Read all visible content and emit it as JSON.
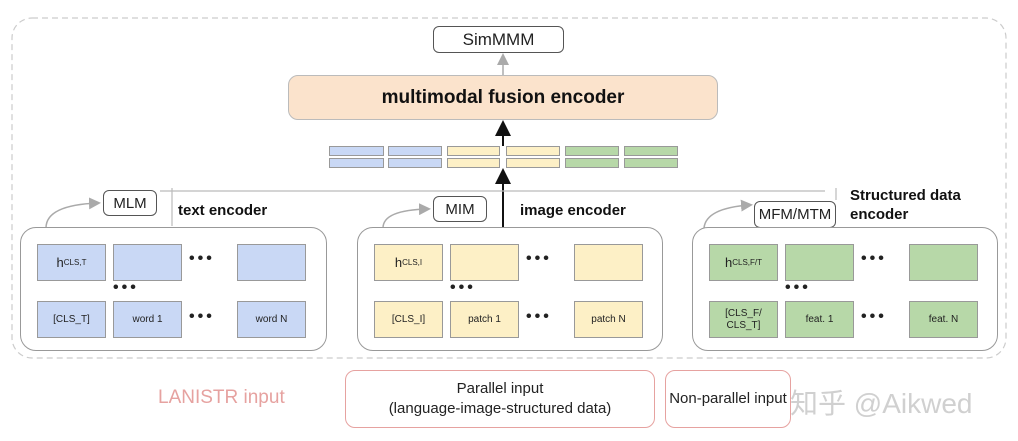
{
  "top": {
    "objective": "SimMMM",
    "fusion": "multimodal fusion encoder"
  },
  "colors": {
    "text": "#c9d8f5",
    "image": "#fdf0c6",
    "structured": "#b7d8a8",
    "fusion": "#fbe3cc",
    "input_border": "#e6a2a0"
  },
  "dots": "•••",
  "encoders": [
    {
      "title": "text encoder",
      "objective": "MLM",
      "h_base": "h",
      "h_sub": "CLS,T",
      "inputs": [
        "[CLS_T]",
        "word 1",
        "word N"
      ]
    },
    {
      "title": "image encoder",
      "objective": "MIM",
      "h_base": "h",
      "h_sub": "CLS,I",
      "inputs": [
        "[CLS_I]",
        "patch 1",
        "patch N"
      ]
    },
    {
      "title": "Structured data encoder",
      "objective": "MFM/MTM",
      "h_base": "h",
      "h_sub": "CLS,F/T",
      "inputs": [
        "[CLS_F/ CLS_T]",
        "feat. 1",
        "feat. N"
      ]
    }
  ],
  "bottom": {
    "label": "LANISTR input",
    "parallel_line1": "Parallel input",
    "parallel_line2": "(language-image-structured data)",
    "nonparallel": "Non-parallel input",
    "watermark": "知乎 @Aikwed"
  }
}
